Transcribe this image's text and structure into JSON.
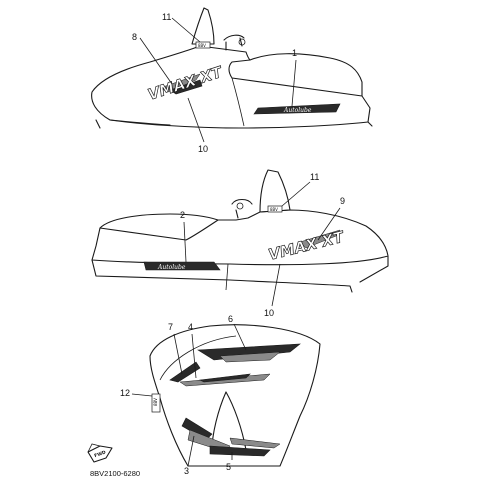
{
  "callouts": [
    {
      "id": "c11a",
      "label": "11"
    },
    {
      "id": "c8",
      "label": "8"
    },
    {
      "id": "c1",
      "label": "1"
    },
    {
      "id": "c10a",
      "label": "10"
    },
    {
      "id": "c11b",
      "label": "11"
    },
    {
      "id": "c2",
      "label": "2"
    },
    {
      "id": "c9",
      "label": "9"
    },
    {
      "id": "c10b",
      "label": "10"
    },
    {
      "id": "c7",
      "label": "7"
    },
    {
      "id": "c4",
      "label": "4"
    },
    {
      "id": "c6",
      "label": "6"
    },
    {
      "id": "c12",
      "label": "12"
    },
    {
      "id": "c3",
      "label": "3"
    },
    {
      "id": "c5",
      "label": "5"
    }
  ],
  "decal_text": {
    "model_logo": "VMAX XT",
    "script_logo": "Autolube"
  },
  "fwd_label": "FWD",
  "drawing_code": "8BV2100-6280",
  "icons": [
    "forward-arrow-icon"
  ]
}
